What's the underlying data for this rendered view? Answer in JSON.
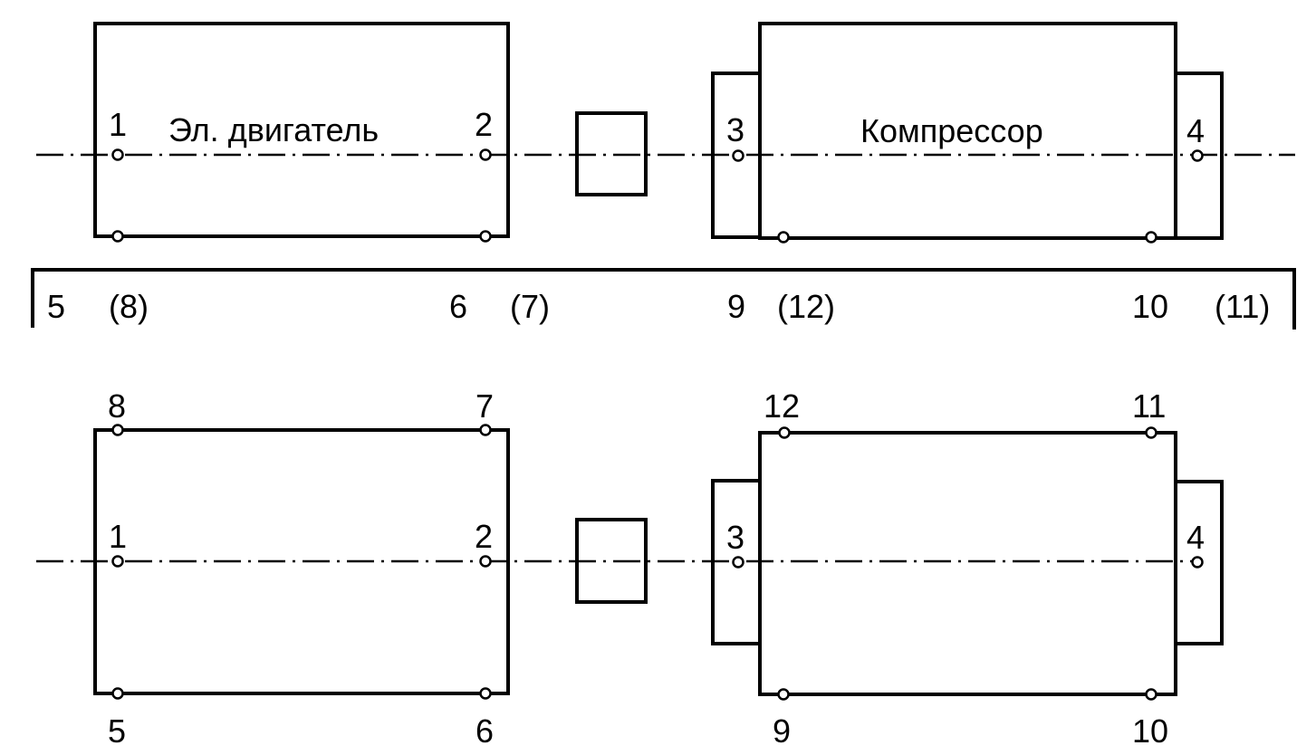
{
  "top_view": {
    "motor_label": "Эл. двигатель",
    "compressor_label": "Компрессор",
    "axis_points": [
      "1",
      "2",
      "3",
      "4"
    ]
  },
  "side_view_bar": {
    "labels": [
      "5",
      "(8)",
      "6",
      "(7)",
      "9",
      "(12)",
      "10",
      "(11)"
    ]
  },
  "bottom_view": {
    "top_points": [
      "8",
      "7",
      "12",
      "11"
    ],
    "axis_points": [
      "1",
      "2",
      "3",
      "4"
    ],
    "bottom_points": [
      "5",
      "6",
      "9",
      "10"
    ]
  },
  "colors": {
    "line": "#000000",
    "background": "#ffffff"
  }
}
